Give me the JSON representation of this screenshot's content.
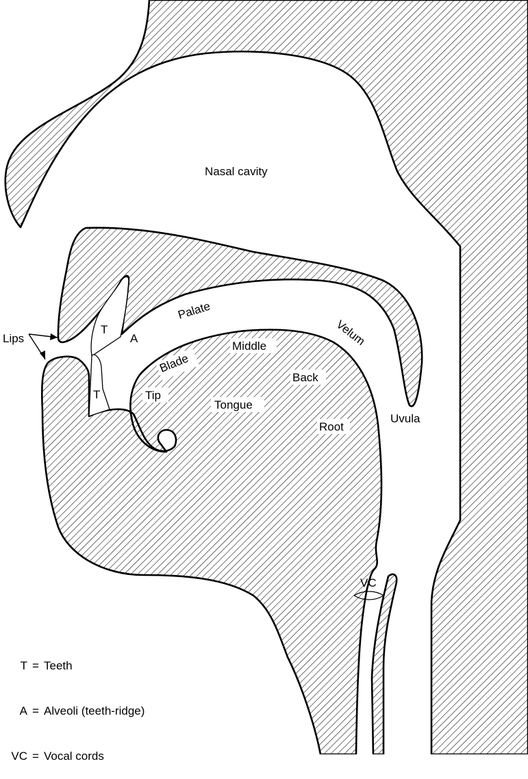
{
  "labels": {
    "nasal_cavity": "Nasal cavity",
    "palate": "Palate",
    "velum": "Velum",
    "uvula": "Uvula",
    "lips": "Lips",
    "teeth_upper": "T",
    "teeth_lower": "T",
    "alveoli": "A",
    "blade": "Blade",
    "middle": "Middle",
    "back": "Back",
    "tip": "Tip",
    "tongue": "Tongue",
    "root": "Root",
    "vocal_cords": "VC"
  },
  "legend": [
    {
      "abbr": "T",
      "text": "Teeth"
    },
    {
      "abbr": "A",
      "text": "Alveoli (teeth-ridge)"
    },
    {
      "abbr": "VC",
      "text": "Vocal cords"
    }
  ]
}
